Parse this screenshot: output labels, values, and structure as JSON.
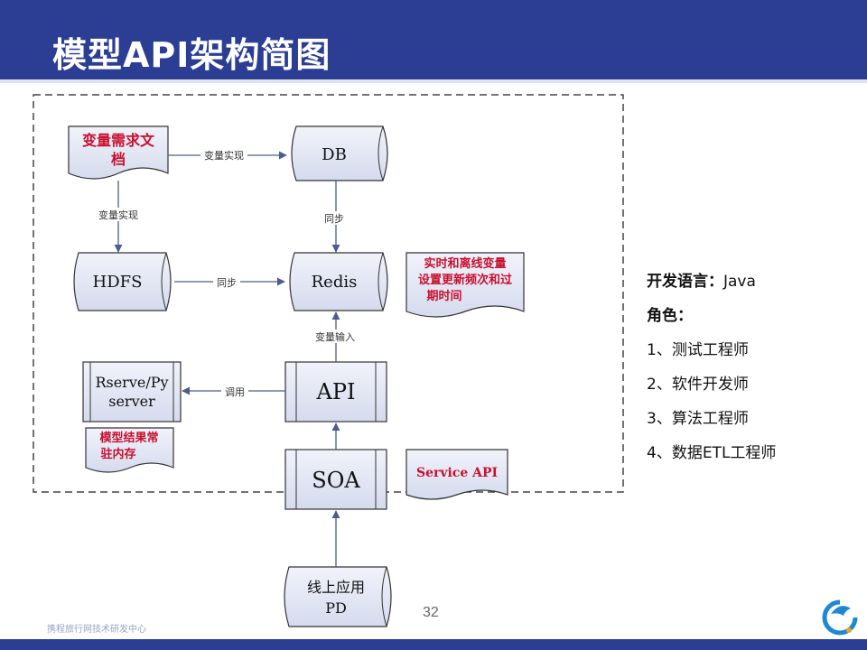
{
  "slide": {
    "title": "模型API架构简图",
    "page_number": "32",
    "footer": "携程旅行网技术研发中心"
  },
  "diagram": {
    "nodes": {
      "req_doc": "变量需求文档",
      "db": "DB",
      "hdfs": "HDFS",
      "redis": "Redis",
      "redis_note": [
        "实时和离线变量",
        "设置更新频次和过",
        "期时间"
      ],
      "rserve": [
        "Rserve/Py",
        "server"
      ],
      "rserve_note": [
        "模型结果常",
        "驻内存"
      ],
      "api": "API",
      "soa": "SOA",
      "service_api_note": "Service API",
      "online_app": [
        "线上应用",
        "PD"
      ]
    },
    "edges": {
      "doc_to_db": "变量实现",
      "doc_to_hdfs": "变量实现",
      "db_to_redis": "同步",
      "hdfs_to_redis": "同步",
      "api_to_redis": "变量输入",
      "api_to_rserve": "调用"
    }
  },
  "side": {
    "lang_label": "开发语言：",
    "lang_value": "Java",
    "roles_label": "角色：",
    "roles": [
      "1、测试工程师",
      "2、软件开发师",
      "3、算法工程师",
      "4、数据ETL工程师"
    ]
  },
  "colors": {
    "title_bar": "#2c3d94",
    "note_text": "#c8102e",
    "shape_fill": "#dfe4f2",
    "arrow": "#4a5d8c"
  }
}
